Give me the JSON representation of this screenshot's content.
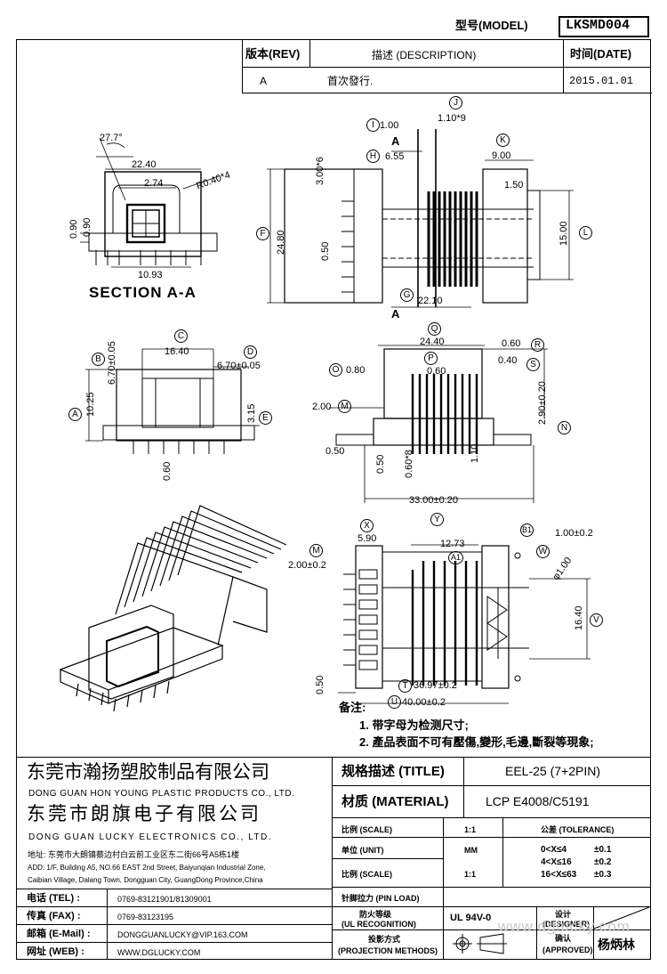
{
  "header": {
    "model_label": "型号(MODEL)",
    "model_value": "LKSMD004",
    "rev_label": "版本(REV)",
    "desc_label": "描述 (DESCRIPTION)",
    "date_label": "时间(DATE)",
    "rev_value": "A",
    "desc_value": "首次發行.",
    "date_value": "2015.01.01"
  },
  "drawing": {
    "section_label": "SECTION A-A",
    "section_marker": "A",
    "dims_section": [
      "27.7°",
      "22.40",
      "2.74",
      "R0.40*4",
      "0.90",
      "0.90",
      "10.93"
    ],
    "dims_top": [
      "1.00",
      "1.10*9",
      "6.55",
      "3.00*6",
      "9.00",
      "1.50",
      "24.80",
      "0.50",
      "15.00",
      "22.10"
    ],
    "dims_side": [
      "16.40",
      "6.70±0.05",
      "6.70±0.05",
      "10.25",
      "3.15",
      "0.60"
    ],
    "dims_front": [
      "24.40",
      "0.60",
      "0.80",
      "0.60",
      "0.40",
      "2.00",
      "2.90±0.20",
      "0.50",
      "0.50",
      "0.60*8",
      "1.10",
      "33.00±0.20"
    ],
    "dims_bottom": [
      "5.90",
      "12.73",
      "1.00±0.2",
      "2.00±0.2",
      "φ1.00",
      "16.40",
      "0.50",
      "36.97±0.2",
      "40.00±0.2"
    ],
    "markers": [
      "A",
      "B",
      "C",
      "D",
      "E",
      "F",
      "G",
      "H",
      "I",
      "J",
      "K",
      "L",
      "M",
      "N",
      "O",
      "P",
      "Q",
      "R",
      "S",
      "T",
      "U",
      "V",
      "W",
      "X",
      "Y",
      "A1",
      "B1"
    ],
    "notes_title": "备注:",
    "notes": [
      "1. 带字母为检测尺寸;",
      "2. 產品表面不可有壓傷,變形,毛邊,斷裂等現象;"
    ]
  },
  "company": {
    "name_cn_1": "东莞市瀚扬塑胶制品有限公司",
    "name_en_1": "DONG GUAN HON YOUNG PLASTIC PRODUCTS CO., LTD.",
    "name_cn_2": "东莞市朗旗电子有限公司",
    "name_en_2": "DONG GUAN LUCKY ELECTRONICS CO., LTD.",
    "address_cn": "地址: 东莞市大朗镇蔡边村白云前工业区东二街66号A5栋1楼",
    "address_en_1": "ADD: 1/F, Building A5, NO.66 EAST 2nd Street, Baiyunqian Industrial Zone,",
    "address_en_2": "Caibian Village, Dalang Town, Dongguan City, GuangDong Province,China",
    "tel_label": "电话 (TEL) :",
    "tel_value": "0769-83121901/81309001",
    "fax_label": "传真 (FAX) :",
    "fax_value": "0769-83123195",
    "email_label": "邮箱 (E-Mail) :",
    "email_value": "DONGGUANLUCKY@VIP.163.COM",
    "web_label": "网址 (WEB) :",
    "web_value": "WWW.DGLUCKY.COM"
  },
  "title_block": {
    "title_label": "规格描述 (TITLE)",
    "title_value": "EEL-25 (7+2PIN)",
    "material_label": "材质 (MATERIAL)",
    "material_value": "LCP E4008/C5191",
    "scale_label": "比例 (SCALE)",
    "scale_value": "1:1",
    "tolerance_label": "公差 (TOLERANCE)",
    "unit_label": "单位 (UNIT)",
    "unit_value": "MM",
    "scale2_label": "比例 (SCALE)",
    "scale2_value": "1:1",
    "tol_rows": [
      {
        "range": "0<X≤4",
        "value": "±0.1"
      },
      {
        "range": "4<X≤16",
        "value": "±0.2"
      },
      {
        "range": "16<X≤63",
        "value": "±0.3"
      }
    ],
    "pin_load_label": "针脚拉力 (PIN LOAD)",
    "fire_label_cn": "防火等级",
    "fire_label_en": "(UL RECOGNITION)",
    "fire_value": "UL 94V-0",
    "projection_label_cn": "投影方式",
    "projection_label_en": "(PROJECTION METHODS)",
    "designer_label_cn": "设计",
    "designer_label_en": "(DESIGNER)",
    "approved_label_cn": "确认",
    "approved_label_en": "(APPROVED)",
    "approved_value": "杨炳林",
    "watermark": "www.dglucky.com"
  }
}
